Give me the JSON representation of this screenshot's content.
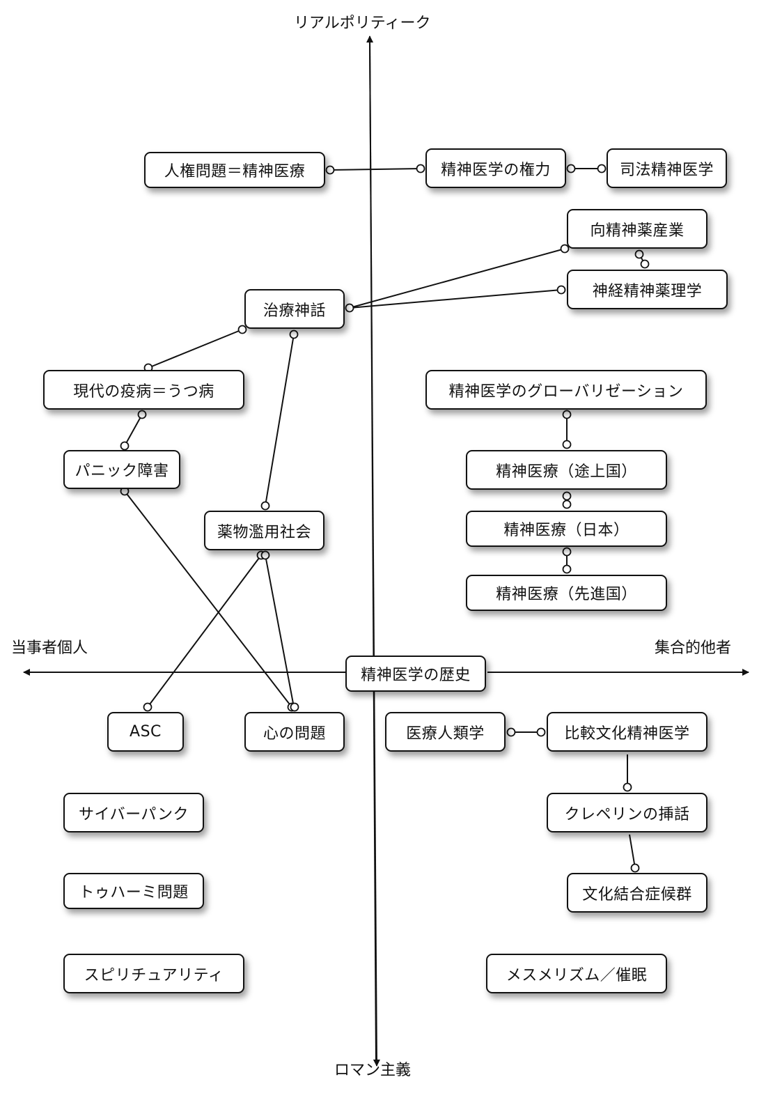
{
  "axes": {
    "top": "リアルポリティーク",
    "bottom": "ロマン主義",
    "left": "当事者個人",
    "right": "集合的他者"
  },
  "nodes": {
    "jinken": "人権問題＝精神医療",
    "kenryoku": "精神医学の権力",
    "shiho": "司法精神医学",
    "koseishin": "向精神薬産業",
    "shinkei": "神経精神薬理学",
    "chiryo": "治療神話",
    "utsu": "現代の疫病＝うつ病",
    "global": "精神医学のグローバリゼーション",
    "panic": "パニック障害",
    "tojo": "精神医療（途上国）",
    "yakubutsu": "薬物濫用社会",
    "nihon": "精神医療（日本）",
    "senshin": "精神医療（先進国）",
    "rekishi": "精神医学の歴史",
    "asc": "ASC",
    "kokoro": "心の問題",
    "jinrui": "医療人類学",
    "hikaku": "比較文化精神医学",
    "cyber": "サイバーパンク",
    "kraepelin": "クレペリンの挿話",
    "tuhami": "トゥハーミ問題",
    "bunka": "文化結合症候群",
    "spirit": "スピリチュアリティ",
    "mesmer": "メスメリズム／催眠"
  }
}
